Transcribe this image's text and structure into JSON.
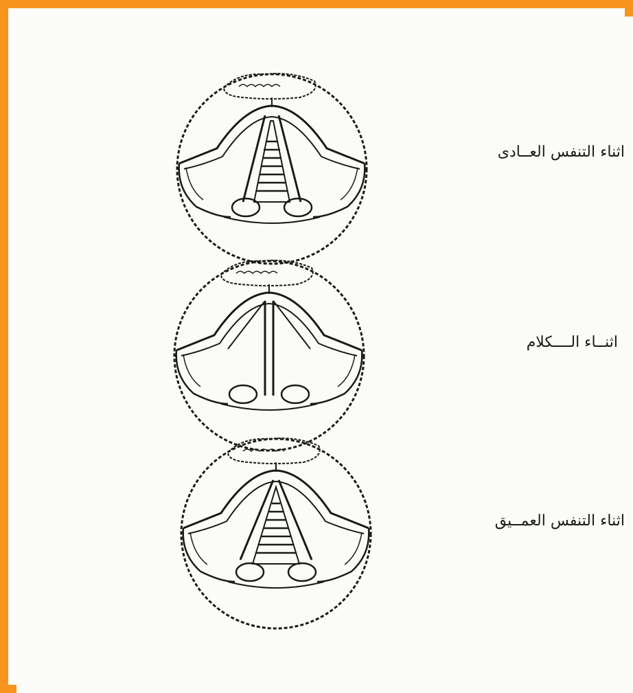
{
  "colors": {
    "frame": "#f7941d",
    "ink": "#1a1a1a",
    "paper": "#fbfbf8"
  },
  "panels": [
    {
      "state": "quiet-breathing",
      "label": "اثناء التنفس العــادى"
    },
    {
      "state": "phonation",
      "label": "اثنــاء الــــكلام"
    },
    {
      "state": "deep-breathing",
      "label": "اثناء التنفس العمــيق"
    }
  ]
}
